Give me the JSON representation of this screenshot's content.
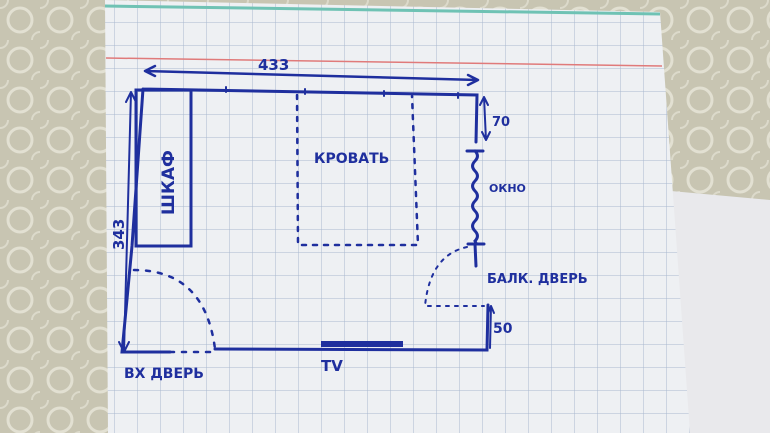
{
  "plan": {
    "width_label": "433",
    "height_label": "343",
    "wardrobe_label": "ШКАФ",
    "bed_label": "КРОВАТЬ",
    "window_label": "ОКНО",
    "window_offset_label": "70",
    "balcony_door_label": "БАЛК. ДВЕРЬ",
    "balcony_offset_label": "50",
    "entrance_door_label": "ВХ ДВЕРЬ",
    "tv_label": "TV"
  },
  "colors": {
    "ink": "#1f2f9e",
    "paper": "#eef0f3",
    "grid": "#a9b8cf",
    "margin_line": "#e07a7a",
    "background": "#c9c6b4"
  }
}
